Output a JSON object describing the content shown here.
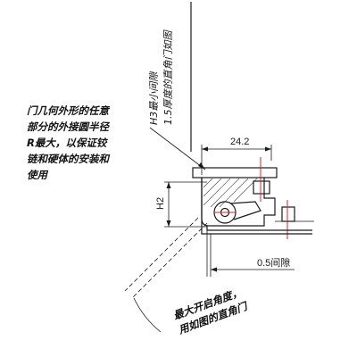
{
  "dimensions": {
    "width_label": "24.2",
    "height_label": "H2",
    "gap_label": "0.5间隙"
  },
  "notes": {
    "left_note_lines": [
      "门几何外形的任意",
      "部分的外接圆半径",
      "R最大，以保证铰",
      "链和硬体的安装和",
      "使用"
    ],
    "vertical_note_lines": [
      "H3最小间隙",
      "1.5厚度的直角门如图"
    ],
    "bottom_note_lines": [
      "最大开启角度，",
      "用如图的直角门"
    ]
  },
  "colors": {
    "line": "#1a1a1a",
    "centerline": "#d8262b"
  }
}
